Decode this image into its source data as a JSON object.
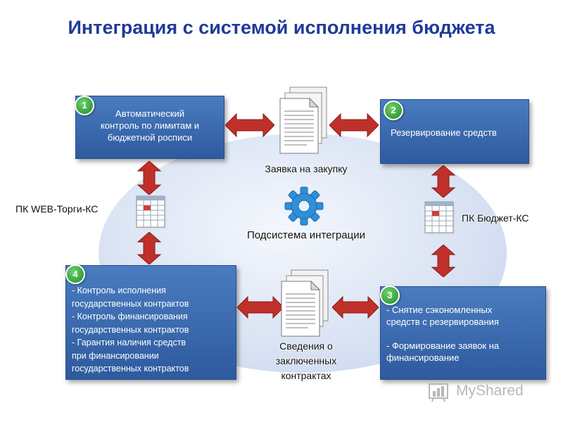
{
  "title": "Интеграция с системой исполнения бюджета",
  "boxes": {
    "b1": {
      "badge": "1",
      "text": "Автоматический\nконтроль по лимитам и\nбюджетной росписи"
    },
    "b2": {
      "badge": "2",
      "text": "Резервирование средств"
    },
    "b3": {
      "badge": "3",
      "text": "- Снятие сэкономленных\nсредств с резервирования\n\n- Формирование заявок на\nфинансирование"
    },
    "b4": {
      "badge": "4",
      "text": "- Контроль исполнения\nгосударственных контрактов\n- Контроль финансирования\nгосударственных контрактов\n - Гарантия наличия средств\n при финансировании\n государственных контрактов"
    }
  },
  "labels": {
    "purchase_request": "Заявка на закупку",
    "integration_subsystem": "Подсистема интеграции",
    "contracts_info": "Сведения о\nзаключенных\nконтрактах",
    "pk_web": "ПК WEB-Торги-КС",
    "pk_budget": "ПК Бюджет-КС"
  },
  "watermark": {
    "text": "MyShared"
  },
  "colors": {
    "title": "#1f3a9a",
    "box": "#3a69b0",
    "badge": "#2fa82f",
    "arrow": "#c0302a",
    "ellipse": "#cfdbf0"
  },
  "icons": [
    "document-stack-icon",
    "gear-icon",
    "spreadsheet-icon",
    "double-arrow-icon"
  ]
}
